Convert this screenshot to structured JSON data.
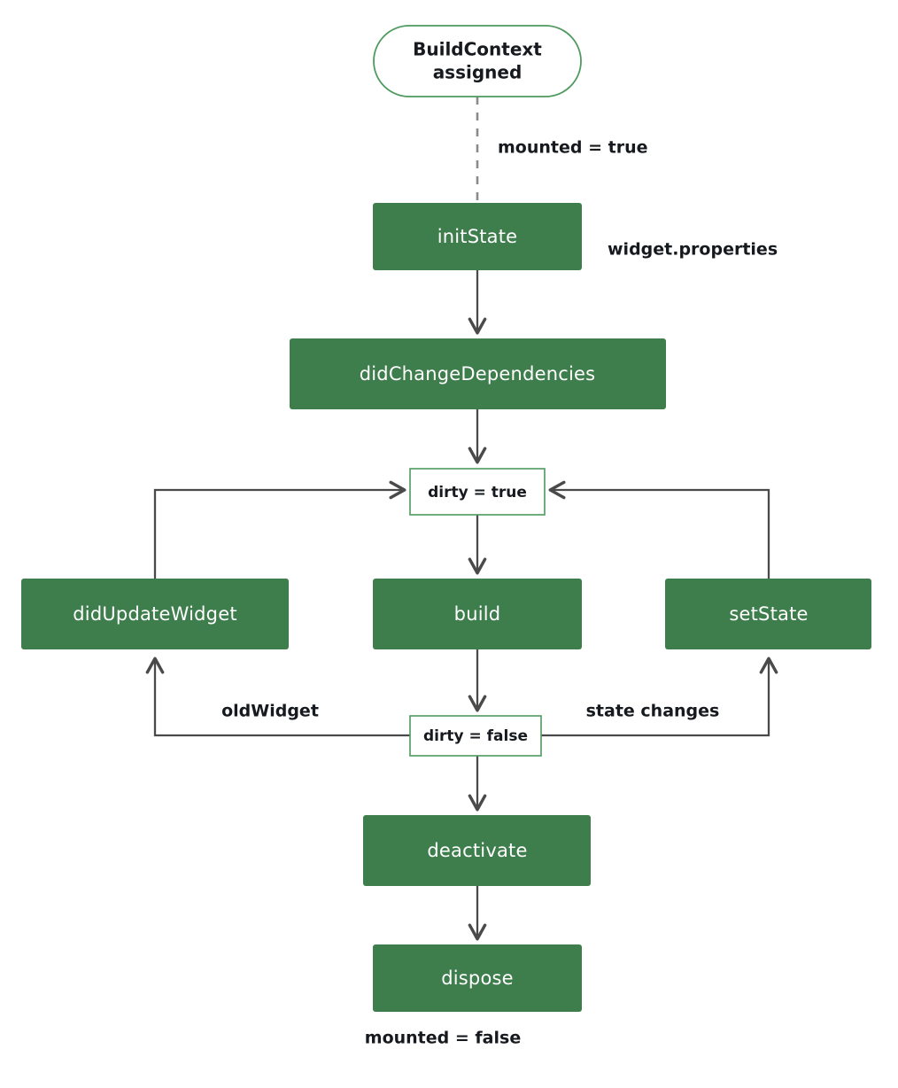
{
  "diagram": {
    "title": "Flutter StatefulWidget lifecycle flowchart",
    "colors": {
      "node_fill": "#3E7D4C",
      "node_outline_stroke": "#4E9A5F",
      "line": "#4a4a4a",
      "dashed_line": "#8a8a8a",
      "text_on_fill": "#ffffff",
      "text_dark": "#16191d",
      "background": "#ffffff"
    },
    "nodes": [
      {
        "id": "build-context",
        "label_line1": "BuildContext",
        "label_line2": "assigned",
        "shape": "stadium",
        "style": "outline"
      },
      {
        "id": "init-state",
        "label": "initState",
        "shape": "rect",
        "style": "filled"
      },
      {
        "id": "did-change-dependencies",
        "label": "didChangeDependencies",
        "shape": "rect",
        "style": "filled"
      },
      {
        "id": "dirty-true",
        "label": "dirty = true",
        "shape": "rect",
        "style": "outline"
      },
      {
        "id": "did-update-widget",
        "label": "didUpdateWidget",
        "shape": "rect",
        "style": "filled"
      },
      {
        "id": "build",
        "label": "build",
        "shape": "rect",
        "style": "filled"
      },
      {
        "id": "set-state",
        "label": "setState",
        "shape": "rect",
        "style": "filled"
      },
      {
        "id": "dirty-false",
        "label": "dirty = false",
        "shape": "rect",
        "style": "outline"
      },
      {
        "id": "deactivate",
        "label": "deactivate",
        "shape": "rect",
        "style": "filled"
      },
      {
        "id": "dispose",
        "label": "dispose",
        "shape": "rect",
        "style": "filled"
      }
    ],
    "edge_labels": {
      "mounted_true": "mounted = true",
      "widget_properties": "widget.properties",
      "old_widget": "oldWidget",
      "state_changes": "state changes",
      "mounted_false": "mounted = false"
    },
    "edges": [
      {
        "from": "build-context",
        "to": "init-state",
        "style": "dashed",
        "label": "mounted = true"
      },
      {
        "from": "init-state",
        "to": "did-change-dependencies",
        "style": "solid",
        "label": ""
      },
      {
        "from": "did-change-dependencies",
        "to": "dirty-true",
        "style": "solid",
        "label": ""
      },
      {
        "from": "dirty-true",
        "to": "build",
        "style": "solid",
        "label": ""
      },
      {
        "from": "build",
        "to": "dirty-false",
        "style": "solid",
        "label": ""
      },
      {
        "from": "dirty-false",
        "to": "did-update-widget",
        "style": "solid",
        "label": "oldWidget"
      },
      {
        "from": "dirty-false",
        "to": "set-state",
        "style": "solid",
        "label": "state changes"
      },
      {
        "from": "did-update-widget",
        "to": "dirty-true",
        "style": "solid",
        "label": ""
      },
      {
        "from": "set-state",
        "to": "dirty-true",
        "style": "solid",
        "label": ""
      },
      {
        "from": "dirty-false",
        "to": "deactivate",
        "style": "solid",
        "label": ""
      },
      {
        "from": "deactivate",
        "to": "dispose",
        "style": "solid",
        "label": ""
      }
    ]
  }
}
